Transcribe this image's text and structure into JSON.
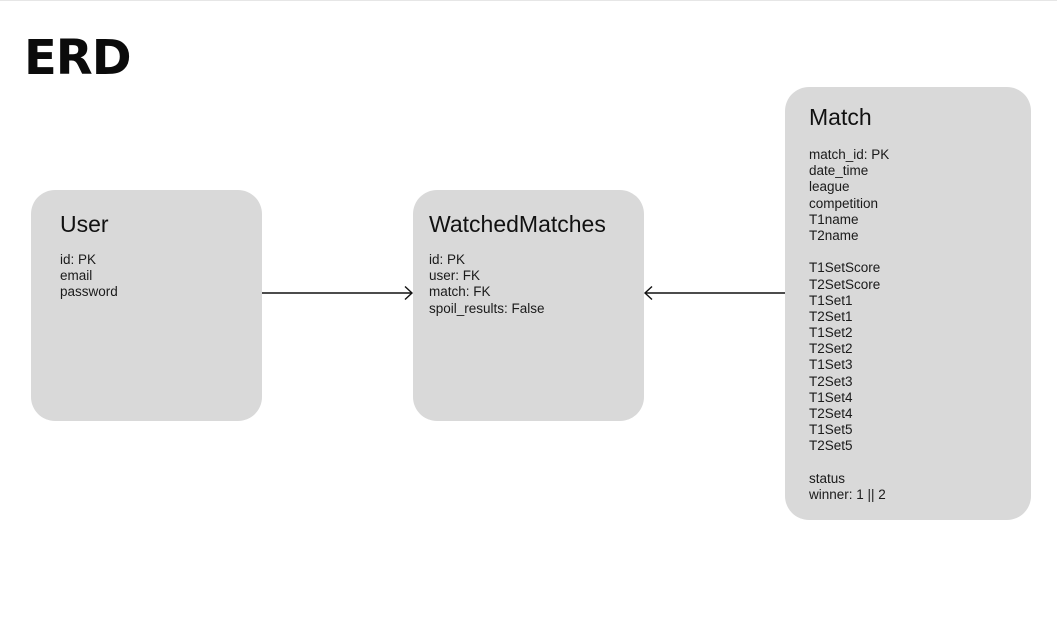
{
  "title": "ERD",
  "entities": {
    "user": {
      "name": "User",
      "fields": [
        "id: PK",
        "email",
        "password"
      ]
    },
    "watched": {
      "name": "WatchedMatches",
      "fields": [
        "id: PK",
        "user: FK",
        "match: FK",
        "spoil_results: False"
      ]
    },
    "match": {
      "name": "Match",
      "fields": [
        "match_id: PK",
        "date_time",
        "league",
        "competition",
        "T1name",
        "T2name",
        "",
        "T1SetScore",
        "T2SetScore",
        "T1Set1",
        "T2Set1",
        "T1Set2",
        "T2Set2",
        "T1Set3",
        "T2Set3",
        "T1Set4",
        "T2Set4",
        "T1Set5",
        "T2Set5",
        "",
        "status",
        "winner: 1 || 2"
      ]
    }
  },
  "colors": {
    "entity_fill": "#d9d9d9",
    "connector": "#111111"
  }
}
